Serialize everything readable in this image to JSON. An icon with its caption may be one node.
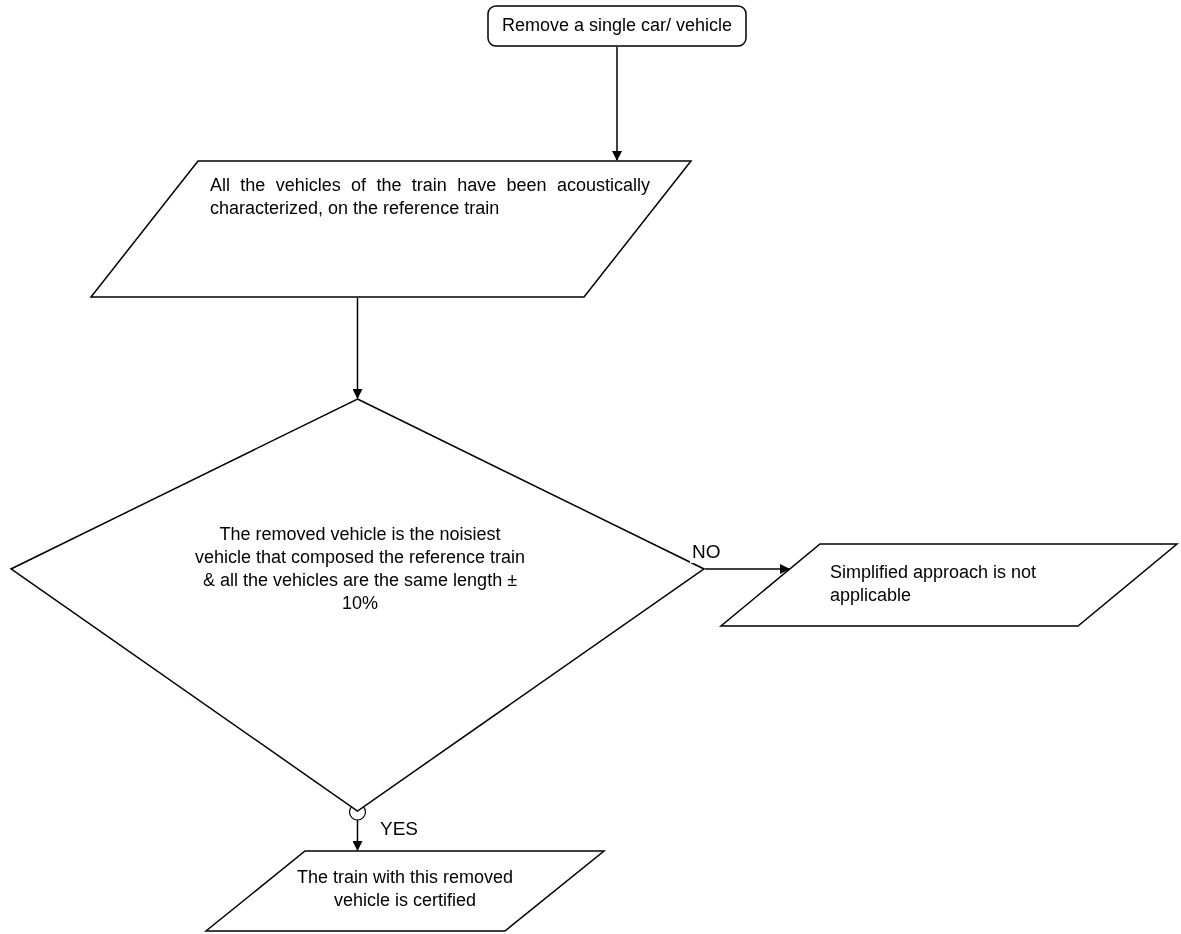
{
  "diagram": {
    "nodes": [
      {
        "text": [
          "Remove a single car/ vehicle"
        ]
      },
      {
        "text": [
          "All the vehicles of the train have been acoustically characterized, on the reference train"
        ]
      },
      {
        "text": [
          "The removed vehicle is the noisiest vehicle that composed the reference train & all the vehicles are the same length ± 10%"
        ]
      },
      {
        "text": [
          "Simplified approach is not applicable"
        ]
      },
      {
        "text": [
          "The train with this removed vehicle is certified"
        ]
      }
    ],
    "edges": [
      {
        "from": 0,
        "to": 1,
        "arrow": "to"
      },
      {
        "from": 1,
        "to": 2,
        "arrow": "to"
      },
      {
        "from": 2,
        "to": 3,
        "arrow": "to",
        "label": "NO"
      },
      {
        "from": 2,
        "to": 4,
        "arrow": "to",
        "label": "YES"
      }
    ]
  }
}
